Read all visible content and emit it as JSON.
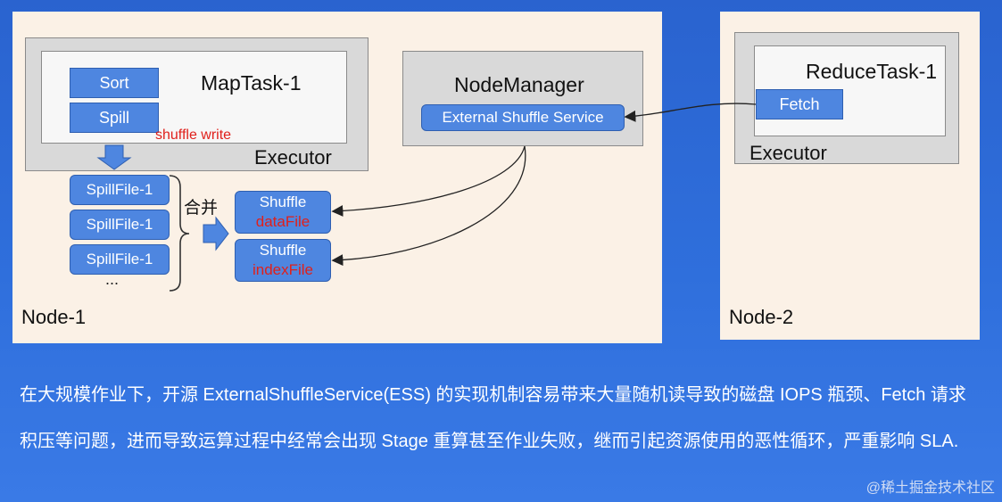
{
  "node1": {
    "label": "Node-1",
    "executor_label": "Executor",
    "maptask_title": "MapTask-1",
    "sort_label": "Sort",
    "spill_label": "Spill",
    "shuffle_write": "shuffle write",
    "spill_files": [
      "SpillFile-1",
      "SpillFile-1",
      "SpillFile-1"
    ],
    "ellipsis": "...",
    "merge_label": "合并",
    "shuffle_data": {
      "line1": "Shuffle",
      "line2": "dataFile"
    },
    "shuffle_index": {
      "line1": "Shuffle",
      "line2": "indexFile"
    },
    "node_manager_title": "NodeManager",
    "ess_label": "External Shuffle Service"
  },
  "node2": {
    "label": "Node-2",
    "executor_label": "Executor",
    "reducetask_title": "ReduceTask-1",
    "fetch_label": "Fetch"
  },
  "caption": "在大规模作业下，开源 ExternalShuffleService(ESS) 的实现机制容易带来大量随机读导致的磁盘 IOPS 瓶颈、Fetch 请求积压等问题，进而导致运算过程中经常会出现 Stage 重算甚至作业失败，继而引起资源使用的恶性循环，严重影响 SLA.",
  "watermark": "@稀土掘金技术社区",
  "colors": {
    "box_blue": "#4e86e0",
    "node_bg": "#fbf1e6",
    "accent_red": "#e0201b",
    "page_blue": "#2f6fdc"
  }
}
